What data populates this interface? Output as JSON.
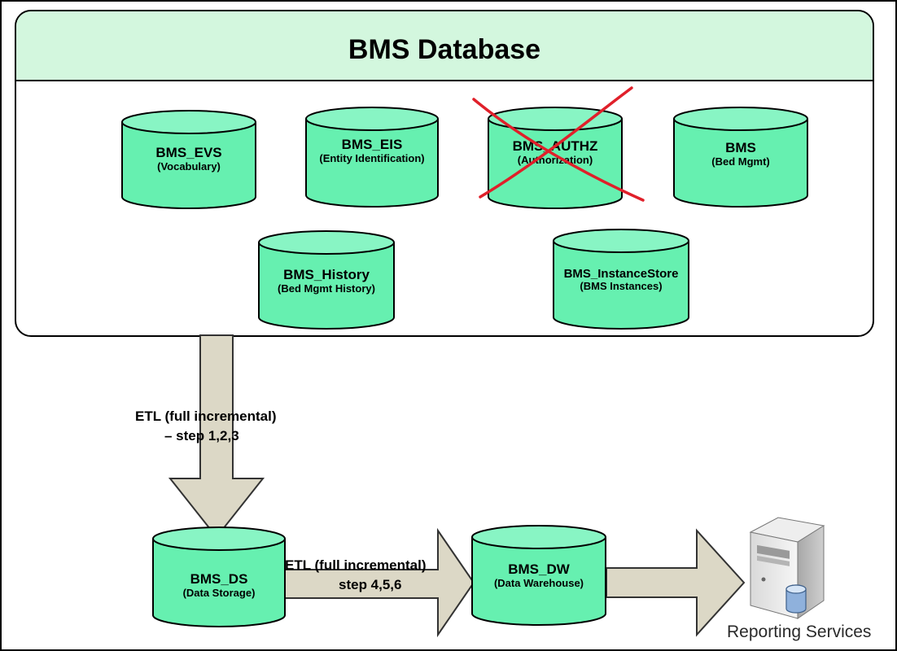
{
  "title": "BMS Database",
  "databases": [
    {
      "name": "BMS_EVS",
      "subtitle": "(Vocabulary)"
    },
    {
      "name": "BMS_EIS",
      "subtitle": "(Entity Identification)"
    },
    {
      "name": "BMS_AUTHZ",
      "subtitle": "(Authorization)",
      "crossed_out": true
    },
    {
      "name": "BMS",
      "subtitle": "(Bed Mgmt)"
    },
    {
      "name": "BMS_History",
      "subtitle": "(Bed Mgmt History)"
    },
    {
      "name": "BMS_InstanceStore",
      "subtitle": "(BMS Instances)"
    }
  ],
  "etl1": {
    "line1": "ETL (full incremental)",
    "line2": "– step 1,2,3"
  },
  "ds": {
    "name": "BMS_DS",
    "subtitle": "(Data Storage)"
  },
  "etl2": {
    "line1": "ETL (full incremental)",
    "line2": "step 4,5,6"
  },
  "dw": {
    "name": "BMS_DW",
    "subtitle": "(Data Warehouse)"
  },
  "server": {
    "label": "Reporting Services"
  },
  "colors": {
    "cylinder_fill": "#66f0b0",
    "cylinder_top": "#88f5c4",
    "header_fill": "#d3f7de",
    "arrow_fill": "#dcd8c6",
    "cross": "#e0202a"
  }
}
